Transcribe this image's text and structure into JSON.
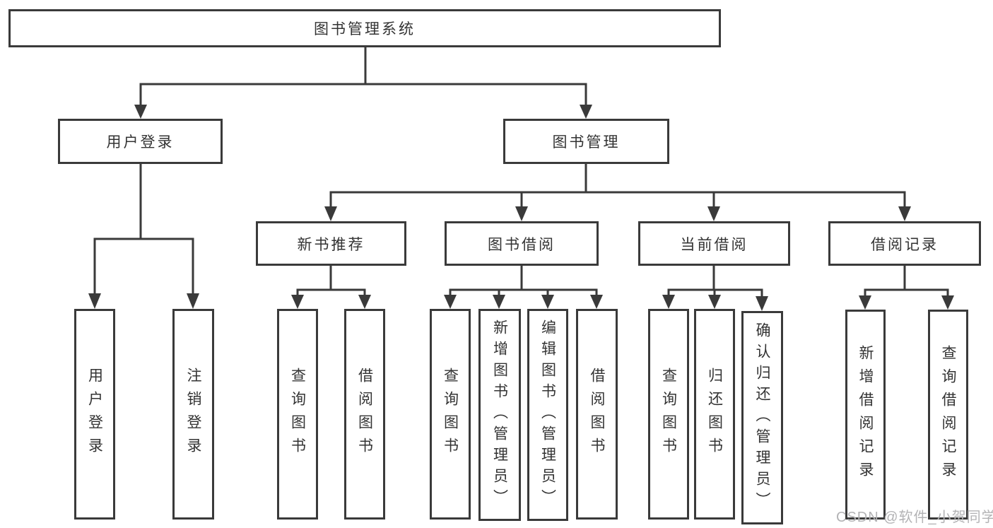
{
  "diagram": {
    "type": "hierarchy-tree",
    "root": {
      "label": "图书管理系统",
      "children": [
        {
          "label": "用户登录",
          "children": [
            {
              "label": "用户登录"
            },
            {
              "label": "注销登录"
            }
          ]
        },
        {
          "label": "图书管理",
          "children": [
            {
              "label": "新书推荐",
              "children": [
                {
                  "label": "查询图书"
                },
                {
                  "label": "借阅图书"
                }
              ]
            },
            {
              "label": "图书借阅",
              "children": [
                {
                  "label": "查询图书"
                },
                {
                  "label": "新增图书（管理员）"
                },
                {
                  "label": "编辑图书（管理员）"
                },
                {
                  "label": "借阅图书"
                }
              ]
            },
            {
              "label": "当前借阅",
              "children": [
                {
                  "label": "查询图书"
                },
                {
                  "label": "归还图书"
                },
                {
                  "label": "确认归还（管理员）"
                }
              ]
            },
            {
              "label": "借阅记录",
              "children": [
                {
                  "label": "新增借阅记录"
                },
                {
                  "label": "查询借阅记录"
                }
              ]
            }
          ]
        }
      ]
    }
  },
  "watermark": "CSDN @软件_小贺同学",
  "colors": {
    "line": "#3a3a3a",
    "box_border": "#3a3a3a",
    "box_fill": "#ffffff",
    "text": "#333333",
    "watermark": "#b3b3b5",
    "background": "#ffffff"
  }
}
